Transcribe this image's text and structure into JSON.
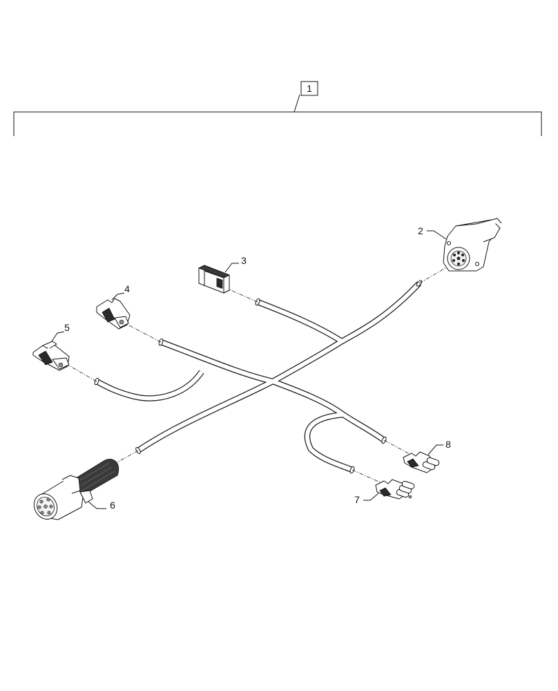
{
  "assembly": {
    "callout": "1"
  },
  "parts": [
    {
      "key": "p2",
      "callout": "2"
    },
    {
      "key": "p3",
      "callout": "3"
    },
    {
      "key": "p4",
      "callout": "4"
    },
    {
      "key": "p5",
      "callout": "5"
    },
    {
      "key": "p6",
      "callout": "6"
    },
    {
      "key": "p7",
      "callout": "7"
    },
    {
      "key": "p8",
      "callout": "8"
    }
  ]
}
